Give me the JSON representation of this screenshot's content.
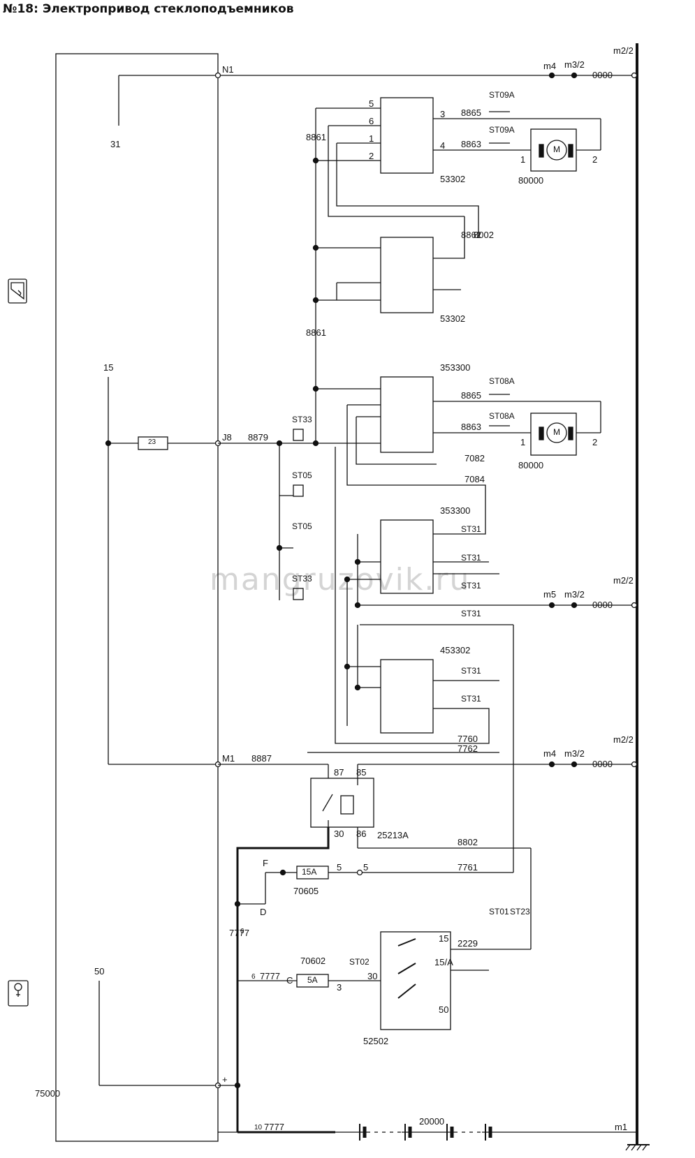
{
  "title": "№18: Электропривод стеклоподъемников",
  "watermark": "mangruzovik.ru",
  "colors": {
    "line": "#111111",
    "background": "#ffffff",
    "watermark": "#a0a0a0"
  },
  "icons": [
    "door-window-icon",
    "ignition-key-icon"
  ],
  "connector_pins": {
    "n1": "N1",
    "j8": "J8",
    "m1": "M1",
    "plus": "+"
  },
  "grounds": {
    "m4": "m4",
    "m5": "m5",
    "m3_2": "m3/2",
    "m2_2": "m2/2",
    "m1": "m1"
  },
  "ground_wire": "0000",
  "components": {
    "ecu": "75000",
    "switch_a": "53302",
    "switch_b": "53302",
    "switch_c": "353300",
    "switch_d": "353300",
    "switch_e": "453302",
    "relay": "25213A",
    "fuse_15": "70605",
    "fuse_5": "70602",
    "ign_switch": "52502",
    "motor_a": "80000",
    "motor_b": "80000",
    "battery": "20000"
  },
  "fuse_ratings": {
    "f15": "15A",
    "f5": "5A"
  },
  "motor_label": "M",
  "wires": {
    "w31": "31",
    "w15": "15",
    "w50": "50",
    "w8861a": "8861",
    "w8861b": "8861",
    "w8865a": "8865",
    "w8863a": "8863",
    "w8865b": "8865",
    "w8863b": "8863",
    "w8862": "8862",
    "w8002": "8002",
    "w8879": "8879",
    "w7082": "7082",
    "w7084": "7084",
    "w7760": "7760",
    "w7762": "7762",
    "w8887": "8887",
    "w8802": "8802",
    "w7761": "7761",
    "w2229": "2229",
    "w7777a": "7777",
    "w7777b": "7777",
    "w7777c": "7777",
    "sub6a": "6",
    "sub6b": "6",
    "sub10": "10"
  },
  "splices": {
    "st09a2": "ST09A",
    "st09a1": "ST09A",
    "st08a2": "ST08A",
    "st08a1": "ST08A",
    "st33_17": "ST33",
    "st05_5": "ST05",
    "st05_4": "ST05",
    "st33_9": "ST33",
    "st31_2": "ST31",
    "st31_6": "ST31",
    "st31_7": "ST31",
    "st31_4": "ST31",
    "st31_5": "ST31",
    "st31_1": "ST31",
    "st01_1": "ST01",
    "st23_2": "ST23",
    "st02_1": "ST02"
  },
  "pins": {
    "p5": "5",
    "p6": "6",
    "p1": "1",
    "p2": "2",
    "p3": "3",
    "p4": "4",
    "r87": "87",
    "r85": "85",
    "r30": "30",
    "r86": "86",
    "i15": "15",
    "i15a": "15/A",
    "i30": "30",
    "i50": "50",
    "f": "F",
    "d": "D",
    "c": "C"
  },
  "fuse_pins": {
    "fa": "5",
    "fb": "5",
    "fc": "3"
  },
  "motor_pins": {
    "m1": "1",
    "m2": "2"
  },
  "fuse_block_label": "23"
}
